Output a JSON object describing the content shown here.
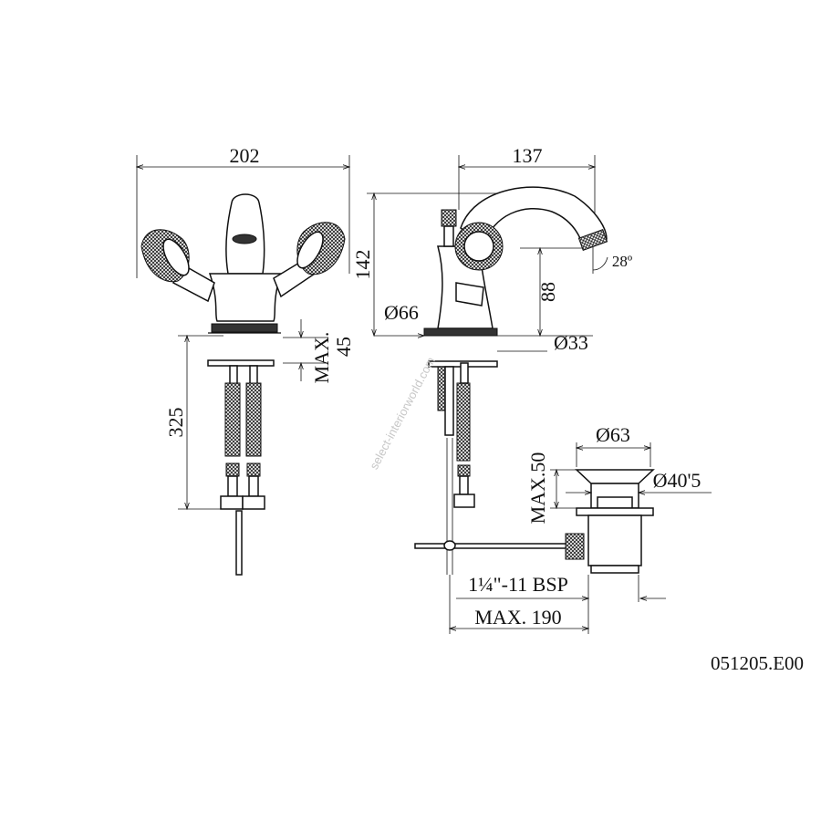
{
  "drawing": {
    "front_view": {
      "width_dim": "202",
      "deck_thickness_dim": "MAX.\n45",
      "deck_thickness_line1": "MAX.",
      "deck_thickness_line2": "45",
      "hose_length_dim": "325"
    },
    "side_view": {
      "projection_dim": "137",
      "height_dim": "142",
      "base_diameter_dim": "Ø66",
      "spout_height_dim": "88",
      "hole_diameter_dim": "Ø33",
      "spout_angle_dim": "28º"
    },
    "waste": {
      "flange_diameter_dim": "Ø63",
      "body_diameter_dim": "Ø40'5",
      "max_thickness_dim": "MAX.50",
      "thread_label": "1¼\"-11 BSP",
      "max_length_dim": "MAX. 190"
    },
    "drawing_code": "051205.E00",
    "watermark": "select-interiorworld.com"
  }
}
